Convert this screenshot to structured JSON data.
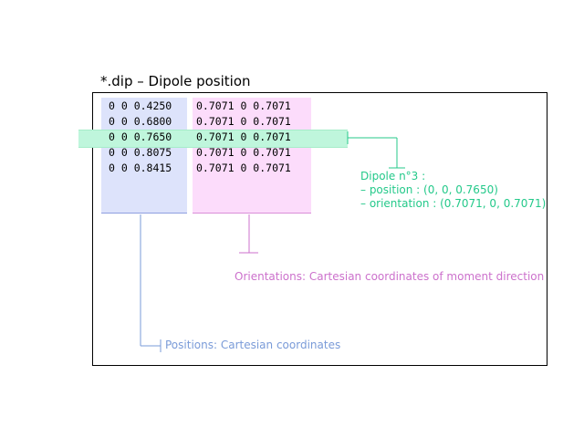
{
  "title": "*.dip – Dipole position",
  "table": {
    "positions": [
      "0 0 0.4250",
      "0 0 0.6800",
      "0 0 0.7650",
      "0 0 0.8075",
      "0 0 0.8415"
    ],
    "orientations": [
      "0.7071 0 0.7071",
      "0.7071 0 0.7071",
      "0.7071 0 0.7071",
      "0.7071 0 0.7071",
      "0.7071 0 0.7071"
    ],
    "highlighted_row": 3
  },
  "annotations": {
    "dipole": {
      "heading": "Dipole n°3 :",
      "position": "– position : (0, 0, 0.7650)",
      "orientation": "– orientation : (0.7071, 0, 0.7071)"
    },
    "orientations_note": "Orientations: Cartesian coordinates of moment direction",
    "positions_note": "Positions: Cartesian coordinates"
  },
  "colors": {
    "positions_fill": "#dde3fb",
    "orientations_fill": "#fcdcfb",
    "highlight_fill": "#bff6dc",
    "green": "#24c98a",
    "pink": "#cc71cc",
    "blue": "#7a9bd8"
  }
}
